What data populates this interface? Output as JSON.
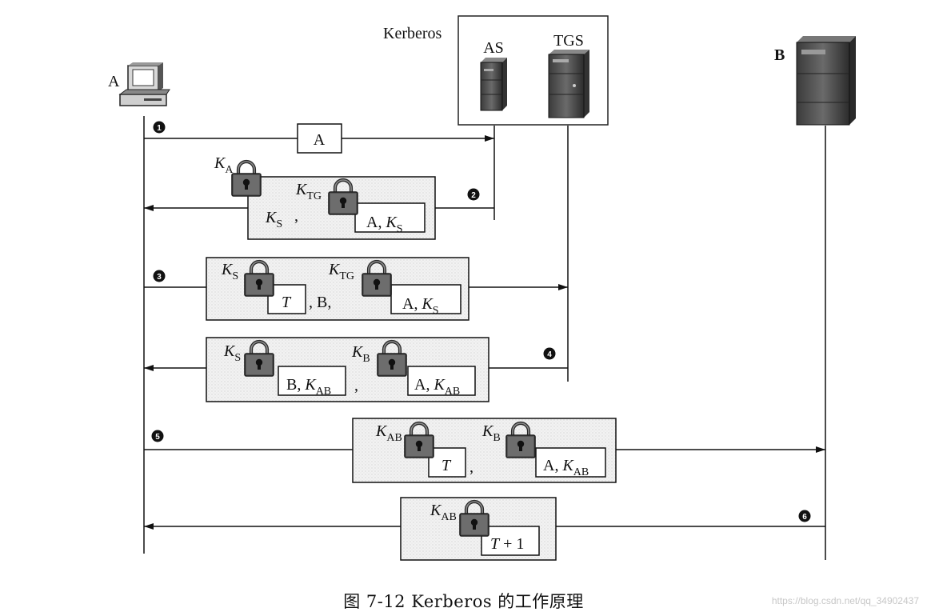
{
  "nodes": {
    "kerberos_label": "Kerberos",
    "as_label": "AS",
    "tgs_label": "TGS",
    "client_label": "A",
    "server_label": "B"
  },
  "steps": [
    {
      "num": "1"
    },
    {
      "num": "2"
    },
    {
      "num": "3"
    },
    {
      "num": "4"
    },
    {
      "num": "5"
    },
    {
      "num": "6"
    }
  ],
  "msg1": {
    "text": "A"
  },
  "msg2": {
    "outer_key": "K",
    "outer_key_sub": "A",
    "session_key": "K",
    "session_key_sub": "S",
    "comma": ",",
    "ticket_key": "K",
    "ticket_key_sub": "TG",
    "ticket_text": "A, ",
    "ticket_key2": "K",
    "ticket_key2_sub": "S"
  },
  "msg3": {
    "key1": "K",
    "key1_sub": "S",
    "content1": "T",
    "middle": ", B,",
    "key2": "K",
    "key2_sub": "TG",
    "content2_text": "A, ",
    "content2_key": "K",
    "content2_key_sub": "S"
  },
  "msg4": {
    "key1": "K",
    "key1_sub": "S",
    "content1_text": "B, ",
    "content1_key": "K",
    "content1_key_sub": "AB",
    "comma": ",",
    "key2": "K",
    "key2_sub": "B",
    "content2_text": "A, ",
    "content2_key": "K",
    "content2_key_sub": "AB"
  },
  "msg5": {
    "key1": "K",
    "key1_sub": "AB",
    "content1": "T",
    "comma": ",",
    "key2": "K",
    "key2_sub": "B",
    "content2_text": "A, ",
    "content2_key": "K",
    "content2_key_sub": "AB"
  },
  "msg6": {
    "key1": "K",
    "key1_sub": "AB",
    "content_italic": "T",
    "content_rest": " + 1"
  },
  "caption": "图 7-12    Kerberos 的工作原理",
  "watermark": "https://blog.csdn.net/qq_34902437"
}
